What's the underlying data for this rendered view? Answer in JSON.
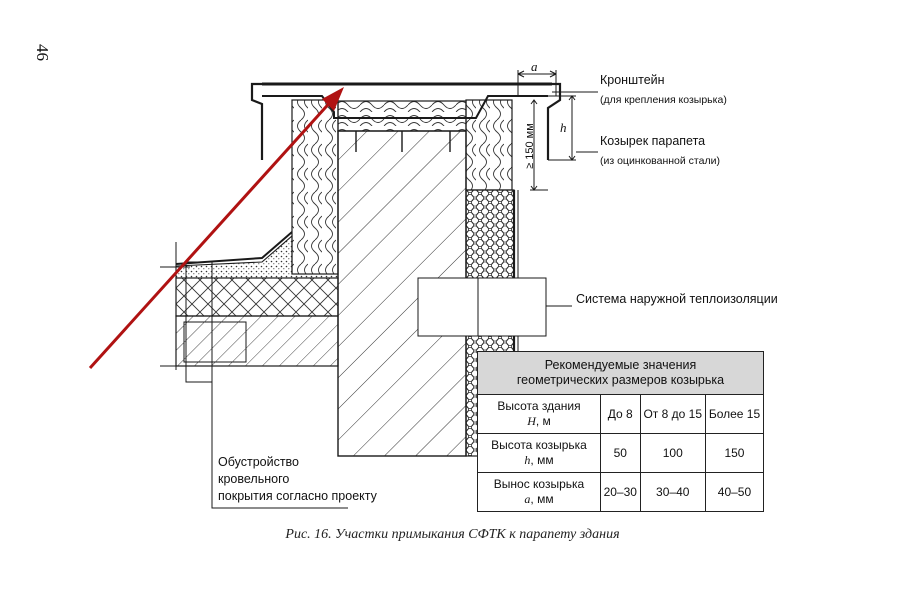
{
  "page_number": "46",
  "labels": {
    "bracket": "Кронштейн",
    "bracket_note": "(для крепления козырька)",
    "cap": "Козырек парапета",
    "cap_note": "(из оцинкованной стали)",
    "insulation_system": "Система наружной теплоизоляции",
    "roofing_line1": "Обустройство",
    "roofing_line2": "кровельного",
    "roofing_line3": "покрытия согласно проекту",
    "dim_a": "a",
    "dim_h": "h",
    "dim_min": "≥ 150 мм"
  },
  "table": {
    "title_line1": "Рекомендуемые значения",
    "title_line2": "геометрических размеров козырька",
    "rows": [
      {
        "name": "Высота здания",
        "var": "H",
        "unit": ", м",
        "c1": "До 8",
        "c2": "От 8 до 15",
        "c3": "Более 15"
      },
      {
        "name": "Высота козырька",
        "var": "h",
        "unit": ", мм",
        "c1": "50",
        "c2": "100",
        "c3": "150"
      },
      {
        "name": "Вынос козырька",
        "var": "a",
        "unit": ", мм",
        "c1": "20–30",
        "c2": "30–40",
        "c3": "40–50"
      }
    ]
  },
  "caption": "Рис. 16. Участки примыкания СФТК к парапету здания",
  "colors": {
    "arrow": "#b01212",
    "line": "#1a1a1a",
    "table_header": "#d7d7d7"
  }
}
